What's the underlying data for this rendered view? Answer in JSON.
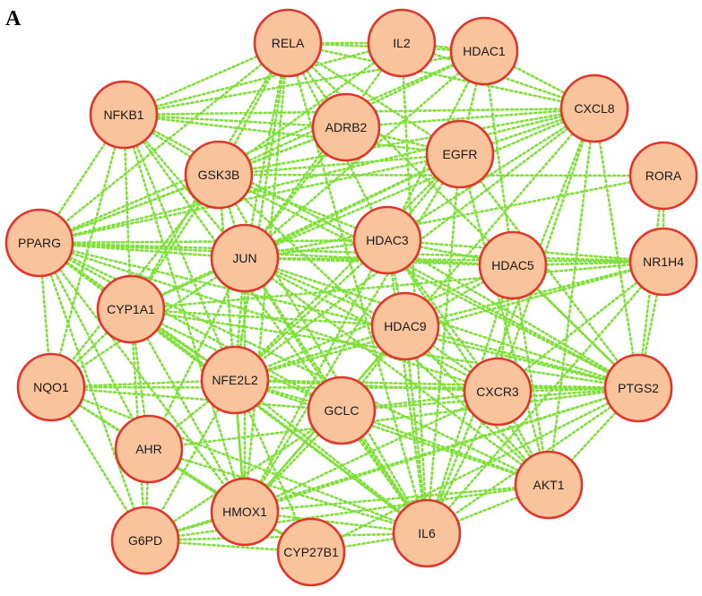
{
  "panel_label": "A",
  "colors": {
    "node_fill": "#f9c39b",
    "node_stroke": "#e0352b",
    "edge": "#7fe03a",
    "background": "#ffffff"
  },
  "network": {
    "nodes": [
      "RELA",
      "IL2",
      "HDAC1",
      "NFKB1",
      "ADRB2",
      "CXCL8",
      "EGFR",
      "GSK3B",
      "RORA",
      "PPARG",
      "JUN",
      "HDAC3",
      "HDAC5",
      "NR1H4",
      "CYP1A1",
      "HDAC9",
      "NQO1",
      "NFE2L2",
      "GCLC",
      "CXCR3",
      "PTGS2",
      "AHR",
      "AKT1",
      "HMOX1",
      "G6PD",
      "IL6",
      "CYP27B1"
    ],
    "edges": [
      [
        "RELA",
        "IL2"
      ],
      [
        "RELA",
        "HDAC1"
      ],
      [
        "RELA",
        "NFKB1"
      ],
      [
        "RELA",
        "ADRB2"
      ],
      [
        "RELA",
        "GSK3B"
      ],
      [
        "RELA",
        "JUN"
      ],
      [
        "RELA",
        "PPARG"
      ],
      [
        "RELA",
        "CXCL8"
      ],
      [
        "RELA",
        "EGFR"
      ],
      [
        "RELA",
        "HDAC3"
      ],
      [
        "RELA",
        "NFE2L2"
      ],
      [
        "RELA",
        "IL6"
      ],
      [
        "RELA",
        "PTGS2"
      ],
      [
        "RELA",
        "HMOX1"
      ],
      [
        "RELA",
        "CYP1A1"
      ],
      [
        "IL2",
        "HDAC1"
      ],
      [
        "IL2",
        "CXCL8"
      ],
      [
        "IL2",
        "NFKB1"
      ],
      [
        "IL2",
        "JUN"
      ],
      [
        "IL2",
        "IL6"
      ],
      [
        "IL2",
        "GSK3B"
      ],
      [
        "HDAC1",
        "CXCL8"
      ],
      [
        "HDAC1",
        "HDAC5"
      ],
      [
        "HDAC1",
        "NFKB1"
      ],
      [
        "HDAC1",
        "HDAC3"
      ],
      [
        "HDAC1",
        "JUN"
      ],
      [
        "HDAC1",
        "GSK3B"
      ],
      [
        "HDAC1",
        "PPARG"
      ],
      [
        "HDAC1",
        "EGFR"
      ],
      [
        "NFKB1",
        "GSK3B"
      ],
      [
        "NFKB1",
        "PPARG"
      ],
      [
        "NFKB1",
        "JUN"
      ],
      [
        "NFKB1",
        "NFE2L2"
      ],
      [
        "NFKB1",
        "CXCL8"
      ],
      [
        "NFKB1",
        "IL6"
      ],
      [
        "NFKB1",
        "HMOX1"
      ],
      [
        "NFKB1",
        "ADRB2"
      ],
      [
        "NFKB1",
        "EGFR"
      ],
      [
        "NFKB1",
        "PTGS2"
      ],
      [
        "NFKB1",
        "NQO1"
      ],
      [
        "NFKB1",
        "CYP1A1"
      ],
      [
        "ADRB2",
        "GSK3B"
      ],
      [
        "ADRB2",
        "EGFR"
      ],
      [
        "ADRB2",
        "JUN"
      ],
      [
        "ADRB2",
        "CXCL8"
      ],
      [
        "ADRB2",
        "PPARG"
      ],
      [
        "CXCL8",
        "EGFR"
      ],
      [
        "CXCL8",
        "PPARG"
      ],
      [
        "CXCL8",
        "JUN"
      ],
      [
        "CXCL8",
        "IL6"
      ],
      [
        "CXCL8",
        "PTGS2"
      ],
      [
        "CXCL8",
        "HDAC3"
      ],
      [
        "CXCL8",
        "GSK3B"
      ],
      [
        "CXCL8",
        "CXCR3"
      ],
      [
        "CXCL8",
        "AKT1"
      ],
      [
        "CXCL8",
        "NFE2L2"
      ],
      [
        "CXCL8",
        "HMOX1"
      ],
      [
        "EGFR",
        "GSK3B"
      ],
      [
        "EGFR",
        "JUN"
      ],
      [
        "EGFR",
        "PPARG"
      ],
      [
        "EGFR",
        "IL6"
      ],
      [
        "EGFR",
        "AKT1"
      ],
      [
        "EGFR",
        "PTGS2"
      ],
      [
        "EGFR",
        "HDAC3"
      ],
      [
        "EGFR",
        "NFE2L2"
      ],
      [
        "EGFR",
        "HMOX1"
      ],
      [
        "EGFR",
        "CYP1A1"
      ],
      [
        "GSK3B",
        "PPARG"
      ],
      [
        "GSK3B",
        "JUN"
      ],
      [
        "GSK3B",
        "NFE2L2"
      ],
      [
        "GSK3B",
        "AKT1"
      ],
      [
        "GSK3B",
        "HDAC3"
      ],
      [
        "GSK3B",
        "HMOX1"
      ],
      [
        "GSK3B",
        "IL6"
      ],
      [
        "GSK3B",
        "PTGS2"
      ],
      [
        "GSK3B",
        "CYP1A1"
      ],
      [
        "GSK3B",
        "NQO1"
      ],
      [
        "RORA",
        "NR1H4"
      ],
      [
        "RORA",
        "PTGS2"
      ],
      [
        "RORA",
        "JUN"
      ],
      [
        "RORA",
        "GSK3B"
      ],
      [
        "PPARG",
        "JUN"
      ],
      [
        "PPARG",
        "NR1H4"
      ],
      [
        "PPARG",
        "NQO1"
      ],
      [
        "PPARG",
        "NFE2L2"
      ],
      [
        "PPARG",
        "CYP1A1"
      ],
      [
        "PPARG",
        "HMOX1"
      ],
      [
        "PPARG",
        "IL6"
      ],
      [
        "PPARG",
        "PTGS2"
      ],
      [
        "PPARG",
        "HDAC3"
      ],
      [
        "PPARG",
        "AHR"
      ],
      [
        "PPARG",
        "G6PD"
      ],
      [
        "PPARG",
        "HDAC5"
      ],
      [
        "PPARG",
        "AKT1"
      ],
      [
        "PPARG",
        "CXCR3"
      ],
      [
        "PPARG",
        "GCLC"
      ],
      [
        "JUN",
        "HDAC3"
      ],
      [
        "JUN",
        "HDAC5"
      ],
      [
        "JUN",
        "NR1H4"
      ],
      [
        "JUN",
        "NFE2L2"
      ],
      [
        "JUN",
        "CYP1A1"
      ],
      [
        "JUN",
        "HMOX1"
      ],
      [
        "JUN",
        "IL6"
      ],
      [
        "JUN",
        "PTGS2"
      ],
      [
        "JUN",
        "AKT1"
      ],
      [
        "JUN",
        "GCLC"
      ],
      [
        "JUN",
        "NQO1"
      ],
      [
        "JUN",
        "AHR"
      ],
      [
        "JUN",
        "CXCR3"
      ],
      [
        "JUN",
        "HDAC9"
      ],
      [
        "HDAC3",
        "HDAC5"
      ],
      [
        "HDAC3",
        "HDAC9"
      ],
      [
        "HDAC3",
        "NR1H4"
      ],
      [
        "HDAC3",
        "NFE2L2"
      ],
      [
        "HDAC3",
        "PTGS2"
      ],
      [
        "HDAC3",
        "IL6"
      ],
      [
        "HDAC3",
        "AKT1"
      ],
      [
        "HDAC3",
        "HMOX1"
      ],
      [
        "HDAC3",
        "CXCR3"
      ],
      [
        "HDAC5",
        "NR1H4"
      ],
      [
        "HDAC5",
        "HDAC9"
      ],
      [
        "HDAC5",
        "PTGS2"
      ],
      [
        "HDAC5",
        "CXCR3"
      ],
      [
        "HDAC5",
        "IL6"
      ],
      [
        "HDAC5",
        "AKT1"
      ],
      [
        "HDAC5",
        "NFE2L2"
      ],
      [
        "NR1H4",
        "PTGS2"
      ],
      [
        "NR1H4",
        "HDAC9"
      ],
      [
        "NR1H4",
        "NFE2L2"
      ],
      [
        "NR1H4",
        "IL6"
      ],
      [
        "NR1H4",
        "CXCR3"
      ],
      [
        "NR1H4",
        "CYP1A1"
      ],
      [
        "CYP1A1",
        "NFE2L2"
      ],
      [
        "CYP1A1",
        "NQO1"
      ],
      [
        "CYP1A1",
        "AHR"
      ],
      [
        "CYP1A1",
        "HMOX1"
      ],
      [
        "CYP1A1",
        "HDAC9"
      ],
      [
        "CYP1A1",
        "PTGS2"
      ],
      [
        "CYP1A1",
        "IL6"
      ],
      [
        "CYP1A1",
        "G6PD"
      ],
      [
        "CYP1A1",
        "GCLC"
      ],
      [
        "HDAC9",
        "NFE2L2"
      ],
      [
        "HDAC9",
        "GCLC"
      ],
      [
        "HDAC9",
        "CXCR3"
      ],
      [
        "HDAC9",
        "PTGS2"
      ],
      [
        "HDAC9",
        "IL6"
      ],
      [
        "HDAC9",
        "AKT1"
      ],
      [
        "HDAC9",
        "HMOX1"
      ],
      [
        "NQO1",
        "NFE2L2"
      ],
      [
        "NQO1",
        "AHR"
      ],
      [
        "NQO1",
        "HMOX1"
      ],
      [
        "NQO1",
        "G6PD"
      ],
      [
        "NQO1",
        "GCLC"
      ],
      [
        "NQO1",
        "PTGS2"
      ],
      [
        "NQO1",
        "IL6"
      ],
      [
        "NQO1",
        "CYP27B1"
      ],
      [
        "NFE2L2",
        "GCLC"
      ],
      [
        "NFE2L2",
        "HMOX1"
      ],
      [
        "NFE2L2",
        "AHR"
      ],
      [
        "NFE2L2",
        "G6PD"
      ],
      [
        "NFE2L2",
        "IL6"
      ],
      [
        "NFE2L2",
        "PTGS2"
      ],
      [
        "NFE2L2",
        "CXCR3"
      ],
      [
        "NFE2L2",
        "AKT1"
      ],
      [
        "NFE2L2",
        "CYP27B1"
      ],
      [
        "GCLC",
        "HMOX1"
      ],
      [
        "GCLC",
        "IL6"
      ],
      [
        "GCLC",
        "CXCR3"
      ],
      [
        "GCLC",
        "PTGS2"
      ],
      [
        "GCLC",
        "G6PD"
      ],
      [
        "GCLC",
        "AKT1"
      ],
      [
        "CXCR3",
        "PTGS2"
      ],
      [
        "CXCR3",
        "AKT1"
      ],
      [
        "CXCR3",
        "IL6"
      ],
      [
        "CXCR3",
        "HMOX1"
      ],
      [
        "PTGS2",
        "AKT1"
      ],
      [
        "PTGS2",
        "IL6"
      ],
      [
        "PTGS2",
        "HMOX1"
      ],
      [
        "PTGS2",
        "AHR"
      ],
      [
        "PTGS2",
        "G6PD"
      ],
      [
        "PTGS2",
        "CYP27B1"
      ],
      [
        "AHR",
        "HMOX1"
      ],
      [
        "AHR",
        "G6PD"
      ],
      [
        "AHR",
        "IL6"
      ],
      [
        "AHR",
        "CYP27B1"
      ],
      [
        "AKT1",
        "IL6"
      ],
      [
        "AKT1",
        "HMOX1"
      ],
      [
        "AKT1",
        "G6PD"
      ],
      [
        "HMOX1",
        "G6PD"
      ],
      [
        "HMOX1",
        "IL6"
      ],
      [
        "HMOX1",
        "CYP27B1"
      ],
      [
        "G6PD",
        "IL6"
      ],
      [
        "G6PD",
        "CYP27B1"
      ],
      [
        "IL6",
        "CYP27B1"
      ]
    ]
  }
}
